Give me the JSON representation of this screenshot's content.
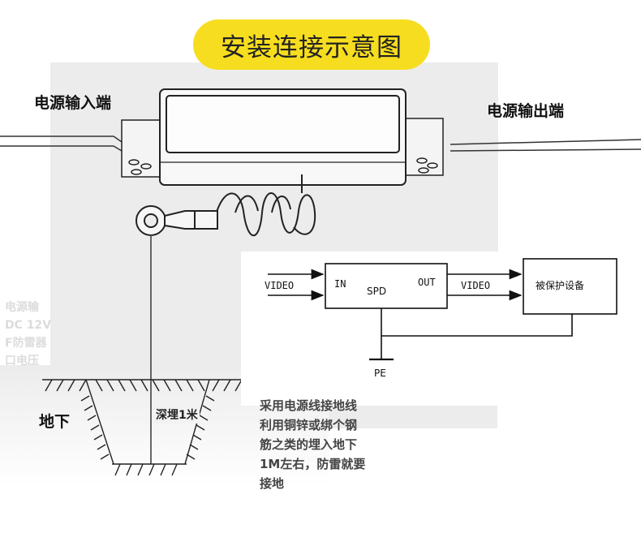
{
  "title": "安装连接示意图",
  "labels": {
    "power_input": "电源输入端",
    "power_output": "电源输出端",
    "underground": "地下",
    "depth": "深埋1米"
  },
  "note_lines": [
    "采用电源线接地线",
    "利用铜锌或绑个钢",
    "筋之类的埋入地下",
    "1M左右，防雷就要",
    "接地"
  ],
  "faded_text": [
    "电源输",
    "DC 12V",
    "F防雷器",
    "口电压"
  ],
  "schematic": {
    "video_in": "VIDEO",
    "in": "IN",
    "spd": "SPD",
    "out": "OUT",
    "video_out": "VIDEO",
    "protected_device": "被保护设备",
    "pe": "PE"
  },
  "colors": {
    "title_bg": "#f7dd1f",
    "panel_bg": "#ececec"
  }
}
